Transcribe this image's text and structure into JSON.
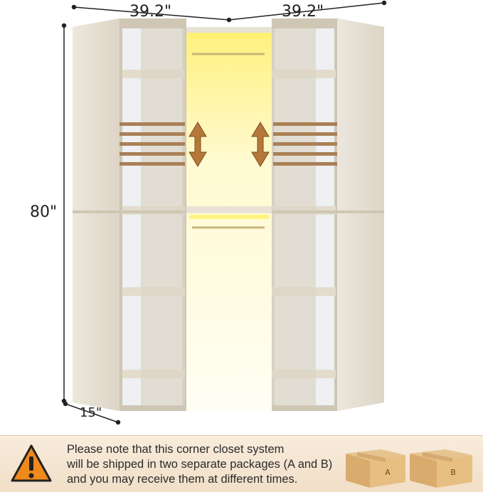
{
  "dimensions": {
    "width_left": "39.2\"",
    "width_right": "39.2\"",
    "height": "80\"",
    "depth": "15\""
  },
  "notice": {
    "icon": "warning-triangle-icon",
    "lines": [
      "Please note that this corner closet system",
      "will be shipped in two separate packages (A and B)",
      "and you may receive them at different times."
    ]
  },
  "packages": [
    {
      "label": "A"
    },
    {
      "label": "B"
    }
  ],
  "colors": {
    "wood": "#e4ddd0",
    "light_glow": "#fff8a0",
    "arrow": "#b07a3c",
    "warning": "#f08a1c",
    "notice_bg": "#f5e6d2",
    "box": "#d9b27a"
  }
}
